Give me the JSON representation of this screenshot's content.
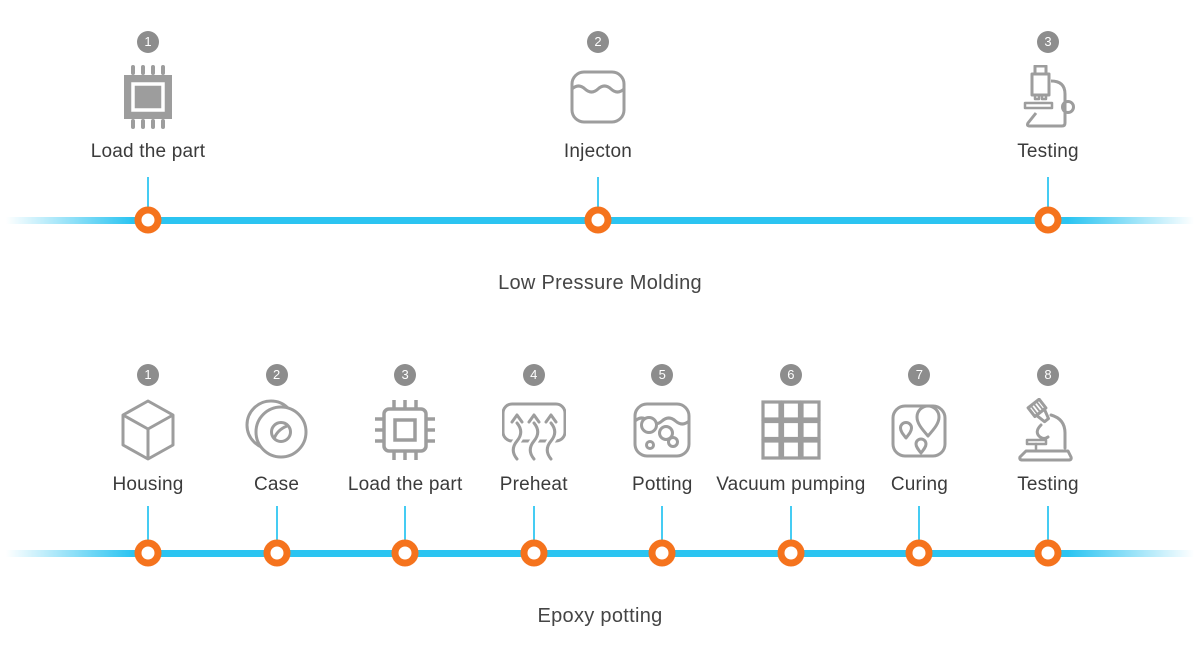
{
  "colors": {
    "timeline_bar": "#2bc4f1",
    "connector_line": "#45ccf3",
    "marker_ring": "#f5731d",
    "badge_background": "#8d8d8d",
    "icon_gray": "#9d9d9d",
    "label_text": "#3b3b3b",
    "title_text": "#454545"
  },
  "timelines": [
    {
      "title": "Low Pressure Molding",
      "steps": [
        {
          "num": "1",
          "label": "Load the part",
          "icon": "chip-filled-icon"
        },
        {
          "num": "2",
          "label": "Injecton",
          "icon": "liquid-container-icon"
        },
        {
          "num": "3",
          "label": "Testing",
          "icon": "microscope-icon"
        }
      ]
    },
    {
      "title": "Epoxy potting",
      "steps": [
        {
          "num": "1",
          "label": "Housing",
          "icon": "cube-icon"
        },
        {
          "num": "2",
          "label": "Case",
          "icon": "case-roll-icon"
        },
        {
          "num": "3",
          "label": "Load the part",
          "icon": "chip-outline-icon"
        },
        {
          "num": "4",
          "label": "Preheat",
          "icon": "heat-arrows-icon"
        },
        {
          "num": "5",
          "label": "Potting",
          "icon": "potting-bubbles-icon"
        },
        {
          "num": "6",
          "label": "Vacuum pumping",
          "icon": "grid-squares-icon"
        },
        {
          "num": "7",
          "label": "Curing",
          "icon": "map-pins-icon"
        },
        {
          "num": "8",
          "label": "Testing",
          "icon": "microscope-tilted-icon"
        }
      ]
    }
  ]
}
